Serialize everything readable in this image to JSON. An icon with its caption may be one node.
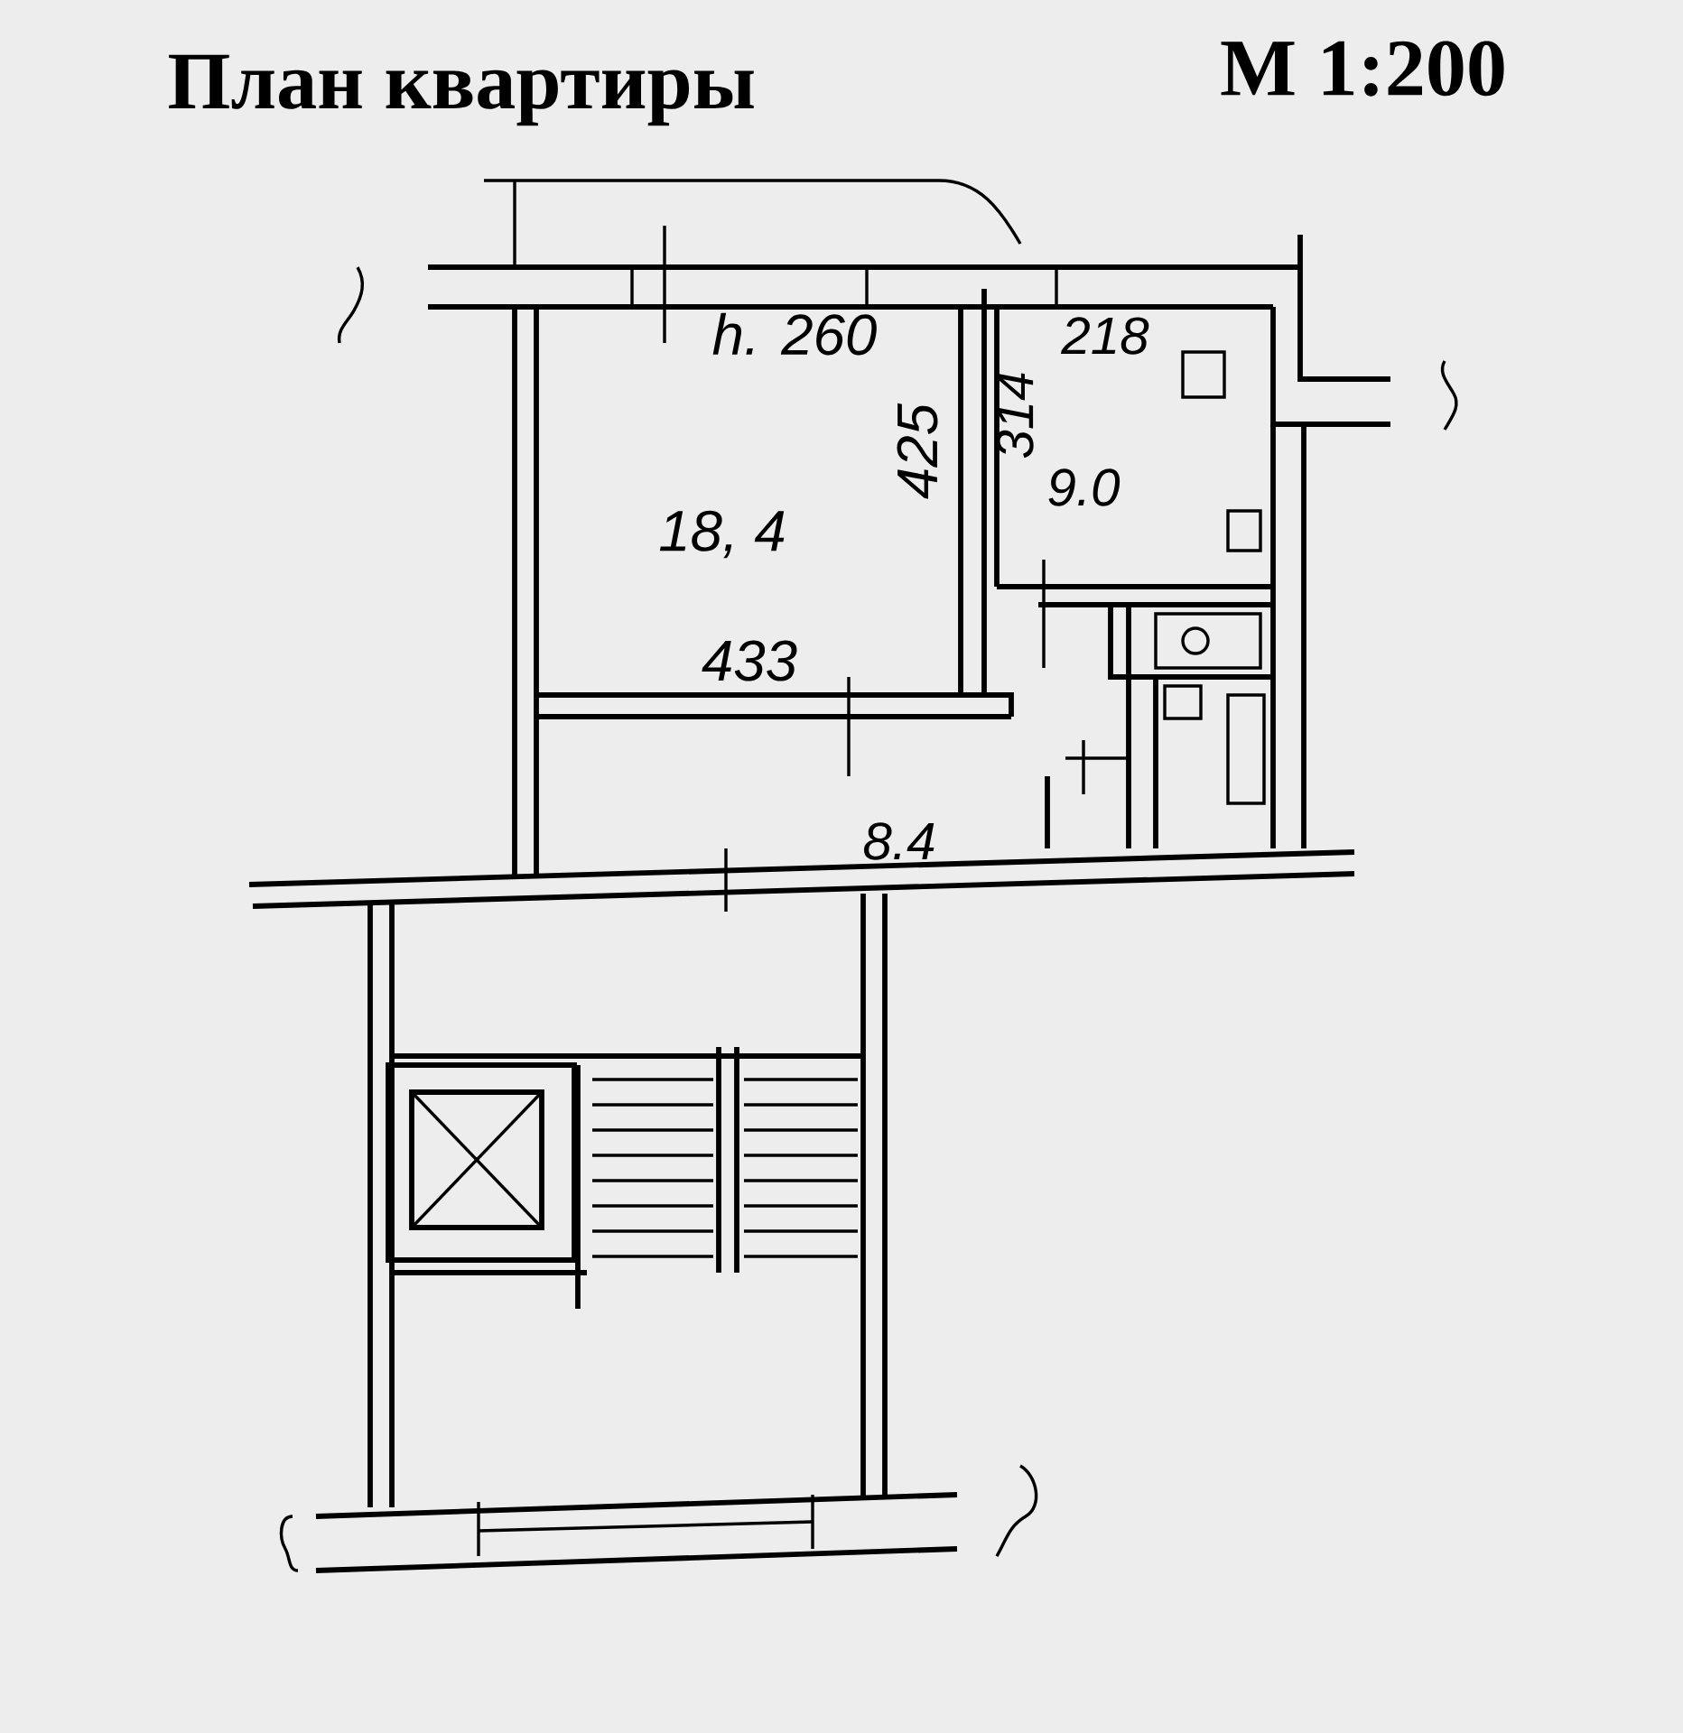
{
  "diagram": {
    "title": "План квартиры",
    "labels": [
      "М 1:200",
      "h. 260",
      "18, 4",
      "425",
      "433",
      "314",
      "218",
      "9.0",
      "8.4"
    ]
  }
}
